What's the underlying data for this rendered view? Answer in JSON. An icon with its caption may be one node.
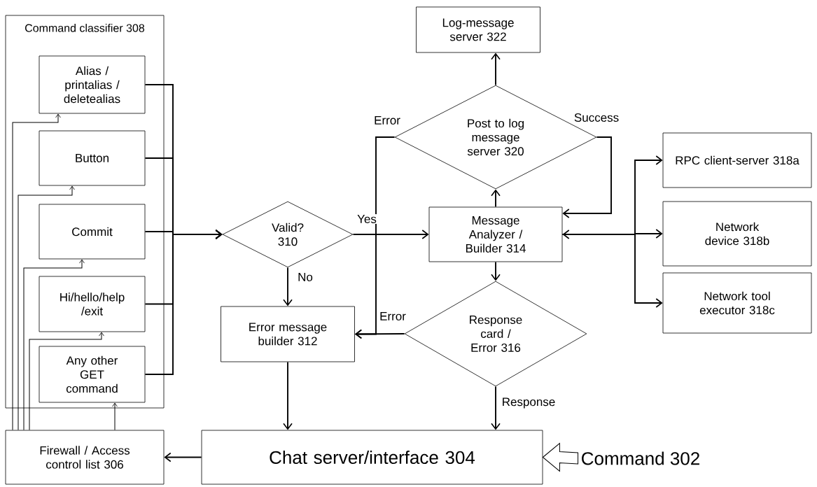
{
  "diagram": {
    "nodes": [
      {
        "text": [
          "Command classifier 308"
        ]
      },
      {
        "text": [
          "Alias / printalias / deletealias"
        ],
        "in": 0
      },
      {
        "text": [
          "Button"
        ],
        "in": 0
      },
      {
        "text": [
          "Commit"
        ],
        "in": 0
      },
      {
        "text": [
          "Hi/hello/help /exit"
        ],
        "in": 0
      },
      {
        "text": [
          "Any other GET command"
        ],
        "in": 0
      },
      {
        "text": [
          "Log-message server 322"
        ]
      },
      {
        "text": [
          "Post to log message server 320"
        ]
      },
      {
        "text": [
          "Valid? 310"
        ]
      },
      {
        "text": [
          "Message Analyzer / Builder 314"
        ]
      },
      {
        "text": [
          "RPC client-server 318a"
        ]
      },
      {
        "text": [
          "Network device 318b"
        ]
      },
      {
        "text": [
          "Network tool executor 318c"
        ]
      },
      {
        "text": [
          "Error message builder 312"
        ]
      },
      {
        "text": [
          "Response card / Error 316"
        ]
      },
      {
        "text": [
          "Firewall / Access control list 306"
        ]
      },
      {
        "text": [
          "Chat server/interface 304"
        ]
      },
      {
        "text": [
          "Command 302"
        ]
      }
    ],
    "edges": [
      {
        "from": 1,
        "to": 8,
        "arrow": "to"
      },
      {
        "from": 2,
        "to": 8,
        "arrow": "to"
      },
      {
        "from": 3,
        "to": 8,
        "arrow": "to"
      },
      {
        "from": 4,
        "to": 8,
        "arrow": "to"
      },
      {
        "from": 5,
        "to": 8,
        "arrow": "to"
      },
      {
        "from": 15,
        "to": 1,
        "arrow": "to"
      },
      {
        "from": 15,
        "to": 2,
        "arrow": "to"
      },
      {
        "from": 15,
        "to": 3,
        "arrow": "to"
      },
      {
        "from": 15,
        "to": 4,
        "arrow": "to"
      },
      {
        "from": 15,
        "to": 5,
        "arrow": "to"
      },
      {
        "from": 16,
        "to": 15,
        "arrow": "to"
      },
      {
        "from": 8,
        "to": 9,
        "arrow": "to",
        "label": "Yes"
      },
      {
        "from": 8,
        "to": 13,
        "arrow": "to",
        "label": "No"
      },
      {
        "from": 9,
        "to": 7,
        "arrow": "to"
      },
      {
        "from": 7,
        "to": 6,
        "arrow": "to"
      },
      {
        "from": 7,
        "to": 9,
        "arrow": "to",
        "label": "Success"
      },
      {
        "from": 7,
        "to": 13,
        "arrow": "to",
        "label": "Error"
      },
      {
        "from": 9,
        "to": 10,
        "arrow": "to"
      },
      {
        "from": 9,
        "to": 11,
        "arrow": "both"
      },
      {
        "from": 9,
        "to": 12,
        "arrow": "to"
      },
      {
        "from": 9,
        "to": 14,
        "arrow": "to"
      },
      {
        "from": 14,
        "to": 13,
        "arrow": "to",
        "label": "Error"
      },
      {
        "from": 14,
        "to": 16,
        "arrow": "to",
        "label": "Response"
      },
      {
        "from": 13,
        "to": 16,
        "arrow": "to"
      },
      {
        "from": 17,
        "to": 16,
        "arrow": "to"
      }
    ]
  }
}
